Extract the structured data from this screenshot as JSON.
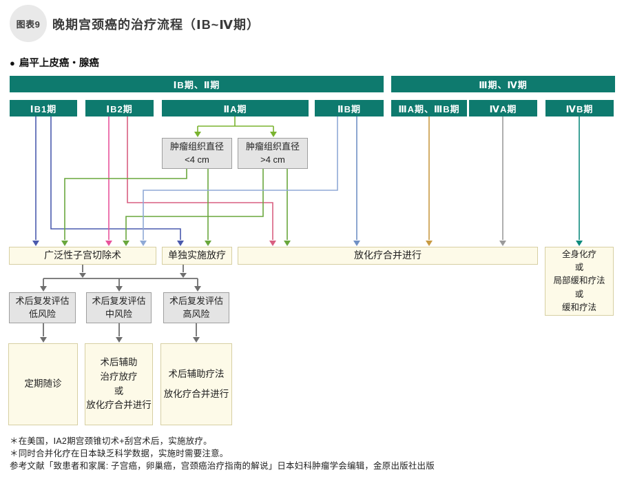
{
  "figure": {
    "badge": "图表9",
    "title": "晚期宫颈癌的治疗流程（ⅠB~Ⅳ期）",
    "section_bullet": "●",
    "section_label": "扁平上皮癌・腺癌"
  },
  "palette": {
    "header_teal": "#0e7a6e",
    "box_cream": "#fdfae8",
    "box_cream_border": "#d6cfa2",
    "box_gray": "#e4e4e4",
    "box_gray_border": "#9e9e9e",
    "arrow_indigo": "#4a5aad",
    "arrow_pink": "#e8549b",
    "arrow_rose": "#d95f80",
    "arrow_green": "#69a73c",
    "arrow_green_bright": "#7ab32f",
    "arrow_steel": "#7090c4",
    "arrow_steel_light": "#8fa9d6",
    "arrow_olive": "#c89a42",
    "arrow_gray": "#9a9a9a",
    "arrow_teal": "#0d8b7d",
    "arrow_flow_gray": "#6e6e6e"
  },
  "flowchart": {
    "group_headers": [
      {
        "label": "ⅠB期、Ⅱ期"
      },
      {
        "label": "Ⅲ期、Ⅳ期"
      }
    ],
    "stages": [
      {
        "label": "ⅠB1期"
      },
      {
        "label": "ⅠB2期"
      },
      {
        "label": "ⅡA期"
      },
      {
        "label": "ⅡB期"
      },
      {
        "label": "ⅢA期、ⅢB期"
      },
      {
        "label": "ⅣA期"
      },
      {
        "label": "ⅣB期"
      }
    ],
    "tumor_boxes": [
      {
        "line1": "肿瘤组织直径",
        "line2": "<4 cm"
      },
      {
        "line1": "肿瘤组织直径",
        "line2": ">4 cm"
      }
    ],
    "treatments": [
      {
        "label": "广泛性子宫切除术"
      },
      {
        "label": "单独实施放疗"
      },
      {
        "label": "放化疗合并进行"
      },
      {
        "lines": [
          "全身化疗",
          "或",
          "局部缓和疗法",
          "或",
          "缓和疗法"
        ]
      }
    ],
    "risk_boxes": [
      {
        "line1": "术后复发评估",
        "line2": "低风险"
      },
      {
        "line1": "术后复发评估",
        "line2": "中风险"
      },
      {
        "line1": "术后复发评估",
        "line2": "高风险"
      }
    ],
    "outcomes": [
      {
        "lines": [
          "定期随诊"
        ]
      },
      {
        "lines": [
          "术后辅助",
          "治疗放疗",
          "或",
          "放化疗合并进行"
        ]
      },
      {
        "lines": [
          "术后辅助疗法",
          "放化疗合并进行"
        ]
      }
    ]
  },
  "footnotes": [
    "＊在美国，ⅠA2期宫颈锥切术+刮宫术后，实施放疗。",
    "＊同时合并化疗在日本缺乏科学数据，实施时需要注意。",
    "参考文献「致患者和家属: 子宫癌，卵巢癌，宫颈癌治疗指南的解说」日本妇科肿瘤学会编辑，金原出版社出版"
  ]
}
